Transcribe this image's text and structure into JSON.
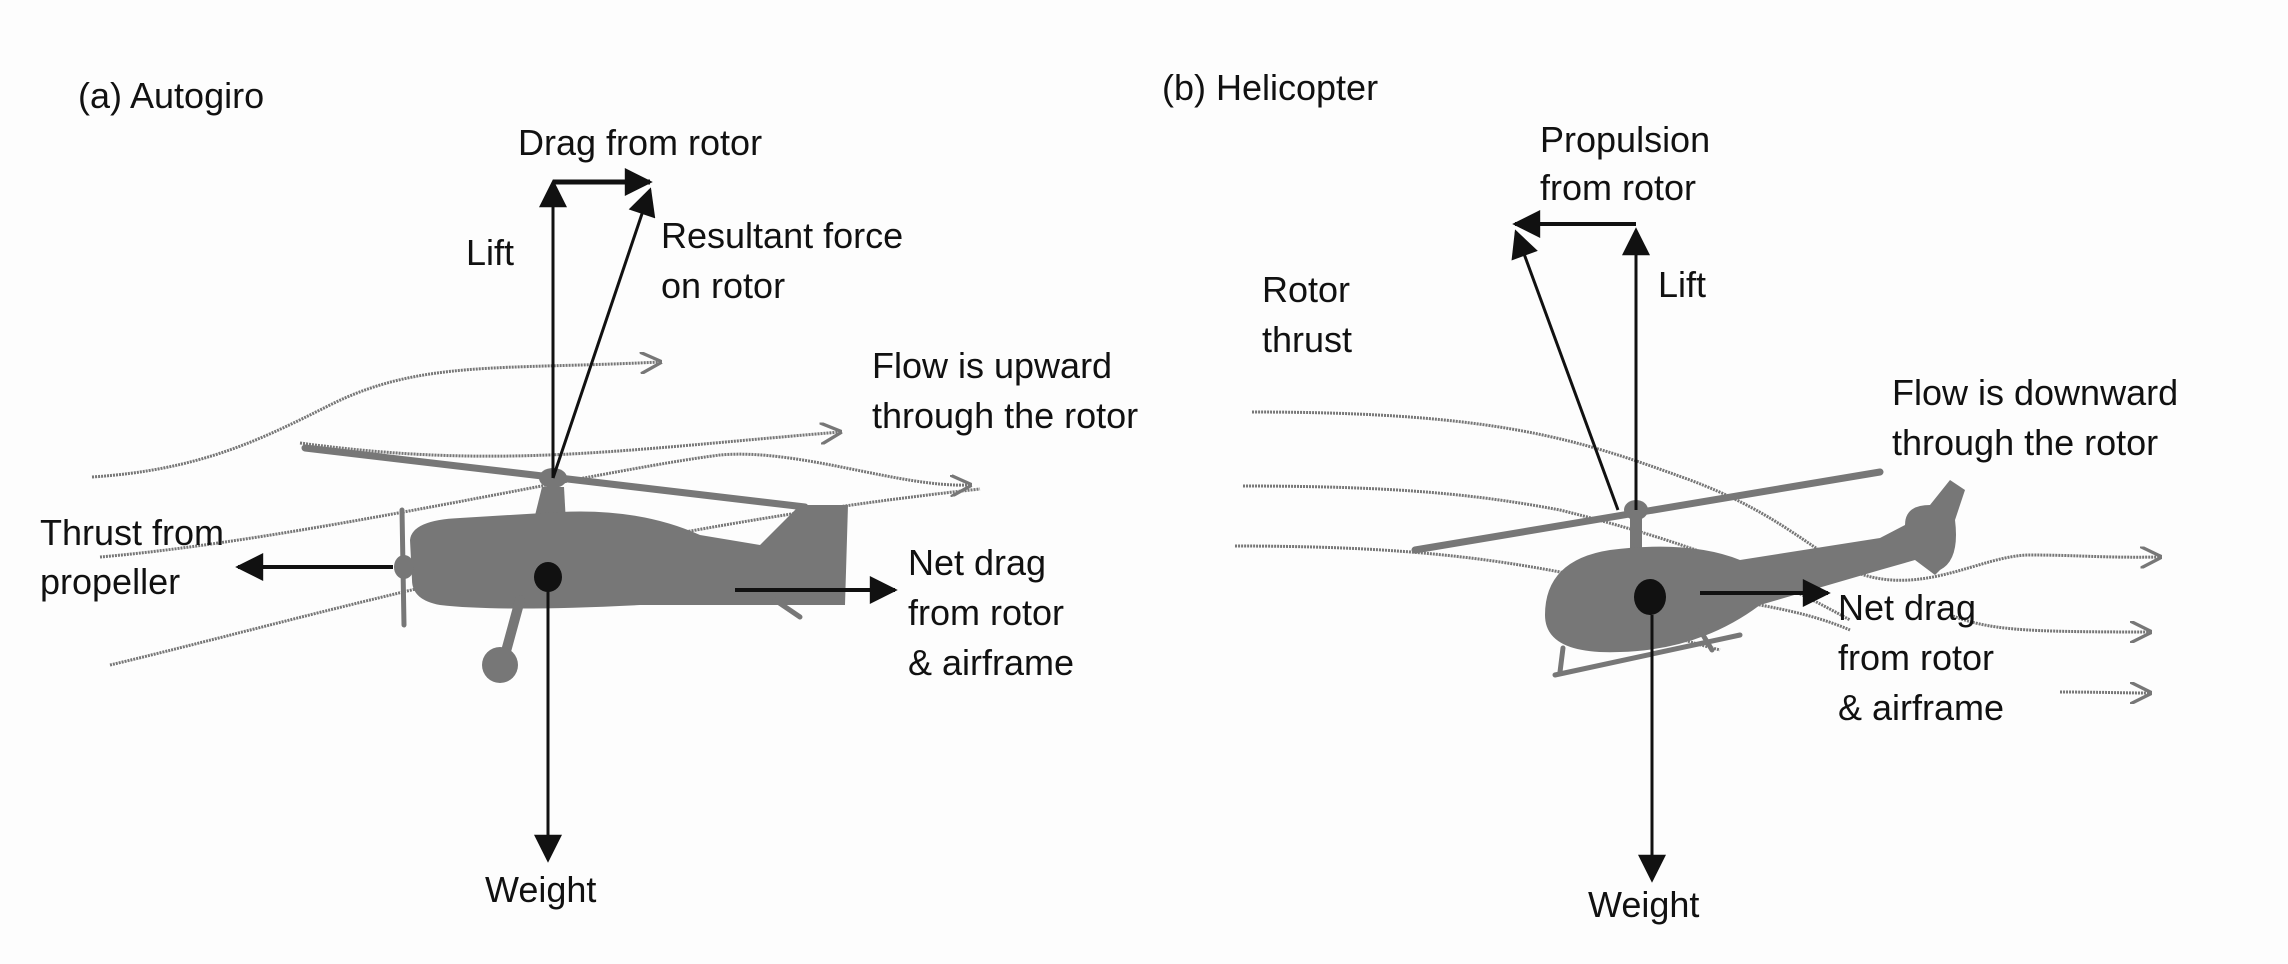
{
  "figure": {
    "panel_a": {
      "title": "(a) Autogiro",
      "labels": {
        "drag_from_rotor": "Drag from rotor",
        "lift": "Lift",
        "resultant_1": "Resultant force",
        "resultant_2": "on rotor",
        "flow_1": "Flow is upward",
        "flow_2": "through the rotor",
        "thrust_1": "Thrust from",
        "thrust_2": "propeller",
        "net_drag_1": "Net drag",
        "net_drag_2": "from rotor",
        "net_drag_3": "& airframe",
        "weight": "Weight"
      }
    },
    "panel_b": {
      "title": "(b) Helicopter",
      "labels": {
        "propulsion_1": "Propulsion",
        "propulsion_2": "from rotor",
        "rotor_thrust_1": "Rotor",
        "rotor_thrust_2": "thrust",
        "lift": "Lift",
        "flow_1": "Flow is downward",
        "flow_2": "through the rotor",
        "net_drag_1": "Net drag",
        "net_drag_2": "from rotor",
        "net_drag_3": "& airframe",
        "weight": "Weight"
      }
    }
  },
  "colors": {
    "aircraft": "#777777",
    "force_arrows": "#111111",
    "flow_lines": "#777777",
    "background": "#fdfdfd"
  }
}
